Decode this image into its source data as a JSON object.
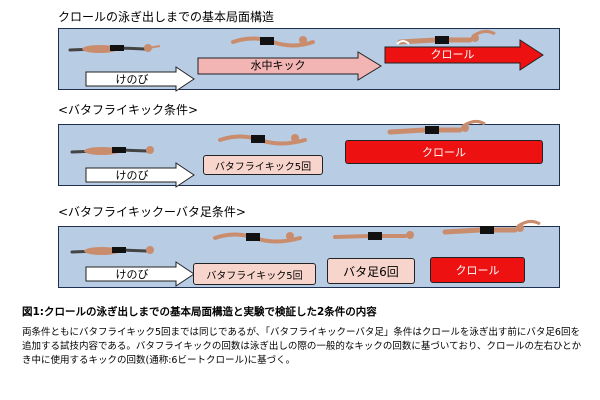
{
  "sections": [
    {
      "title": "クロールの泳ぎ出しまでの基本局面構造"
    },
    {
      "title": "<バタフライキック条件>"
    },
    {
      "title": "<バタフライキックーバタ足条件>"
    }
  ],
  "diagram1": {
    "kenobi": "けのび",
    "suichu_kick": "水中キック",
    "crawl": "クロール"
  },
  "diagram2": {
    "kenobi": "けのび",
    "butterfly_kick": "バタフライキック5回",
    "crawl": "クロール"
  },
  "diagram3": {
    "kenobi": "けのび",
    "butterfly_kick": "バタフライキック5回",
    "flutter_kick": "バタ足6回",
    "crawl": "クロール"
  },
  "caption": {
    "title": "図1:クロールの泳ぎ出しまでの基本局面構造と実験で検証した2条件の内容",
    "body": "両条件ともにバタフライキック5回までは同じであるが、「バタフライキックーバタ足」条件はクロールを泳ぎ出す前にバタ足6回を追加する試技内容である。バタフライキックの回数は泳ぎ出しの際の一般的なキックの回数に基づいており、クロールの左右ひとかき中に使用するキックの回数(通称:6ビートクロール)に基づく。"
  },
  "colors": {
    "pool": "#b8cce4",
    "pink": "#f8d5cc",
    "red": "#ee1111"
  }
}
